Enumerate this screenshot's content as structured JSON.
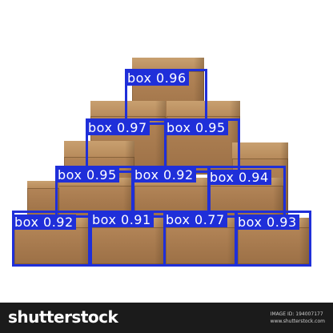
{
  "detections": [
    {
      "label": "box 0.96"
    },
    {
      "label": "box 0.97"
    },
    {
      "label": "box 0.95"
    },
    {
      "label": "box 0.95"
    },
    {
      "label": "box 0.92"
    },
    {
      "label": "box 0.94"
    },
    {
      "label": "box 0.92"
    },
    {
      "label": "box 0.91"
    },
    {
      "label": "box 0.77"
    },
    {
      "label": "box 0.93"
    }
  ],
  "watermark": {
    "brand": "shutterstock",
    "image_id": "IMAGE ID: 194007177",
    "site": "www.shutterstock.com"
  },
  "colors": {
    "detection": "#1f2fd9",
    "footer": "#1b1b1b"
  }
}
